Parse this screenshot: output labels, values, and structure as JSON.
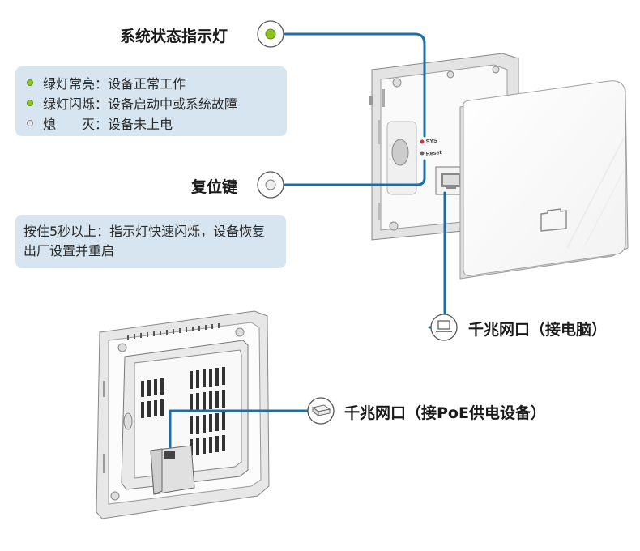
{
  "colors": {
    "leader_line": "#1a6fa8",
    "panel_bg": "#d6e5f0",
    "led_green": "#8fc31f",
    "led_off": "#e6e6e6"
  },
  "labels": {
    "sys_indicator": "系统状态指示灯",
    "reset_key": "复位键",
    "lan_port_pc": "千兆网口（接电脑）",
    "lan_port_poe": "千兆网口（接PoE供电设备）"
  },
  "led_legend": [
    {
      "color": "green",
      "text": "绿灯常亮：设备正常工作"
    },
    {
      "color": "green",
      "text": "绿灯闪烁：设备启动中或系统故障"
    },
    {
      "color": "gray",
      "text": "熄　　灭：设备未上电"
    }
  ],
  "reset_description": "按住5秒以上：指示灯快速闪烁，设备恢复出厂设置并重启",
  "device_markings": {
    "sys": "SYS",
    "reset": "Reset"
  },
  "icons": {
    "sys": "led-green-icon",
    "reset": "button-circle-icon",
    "pc": "laptop-icon",
    "poe": "poe-switch-icon"
  }
}
